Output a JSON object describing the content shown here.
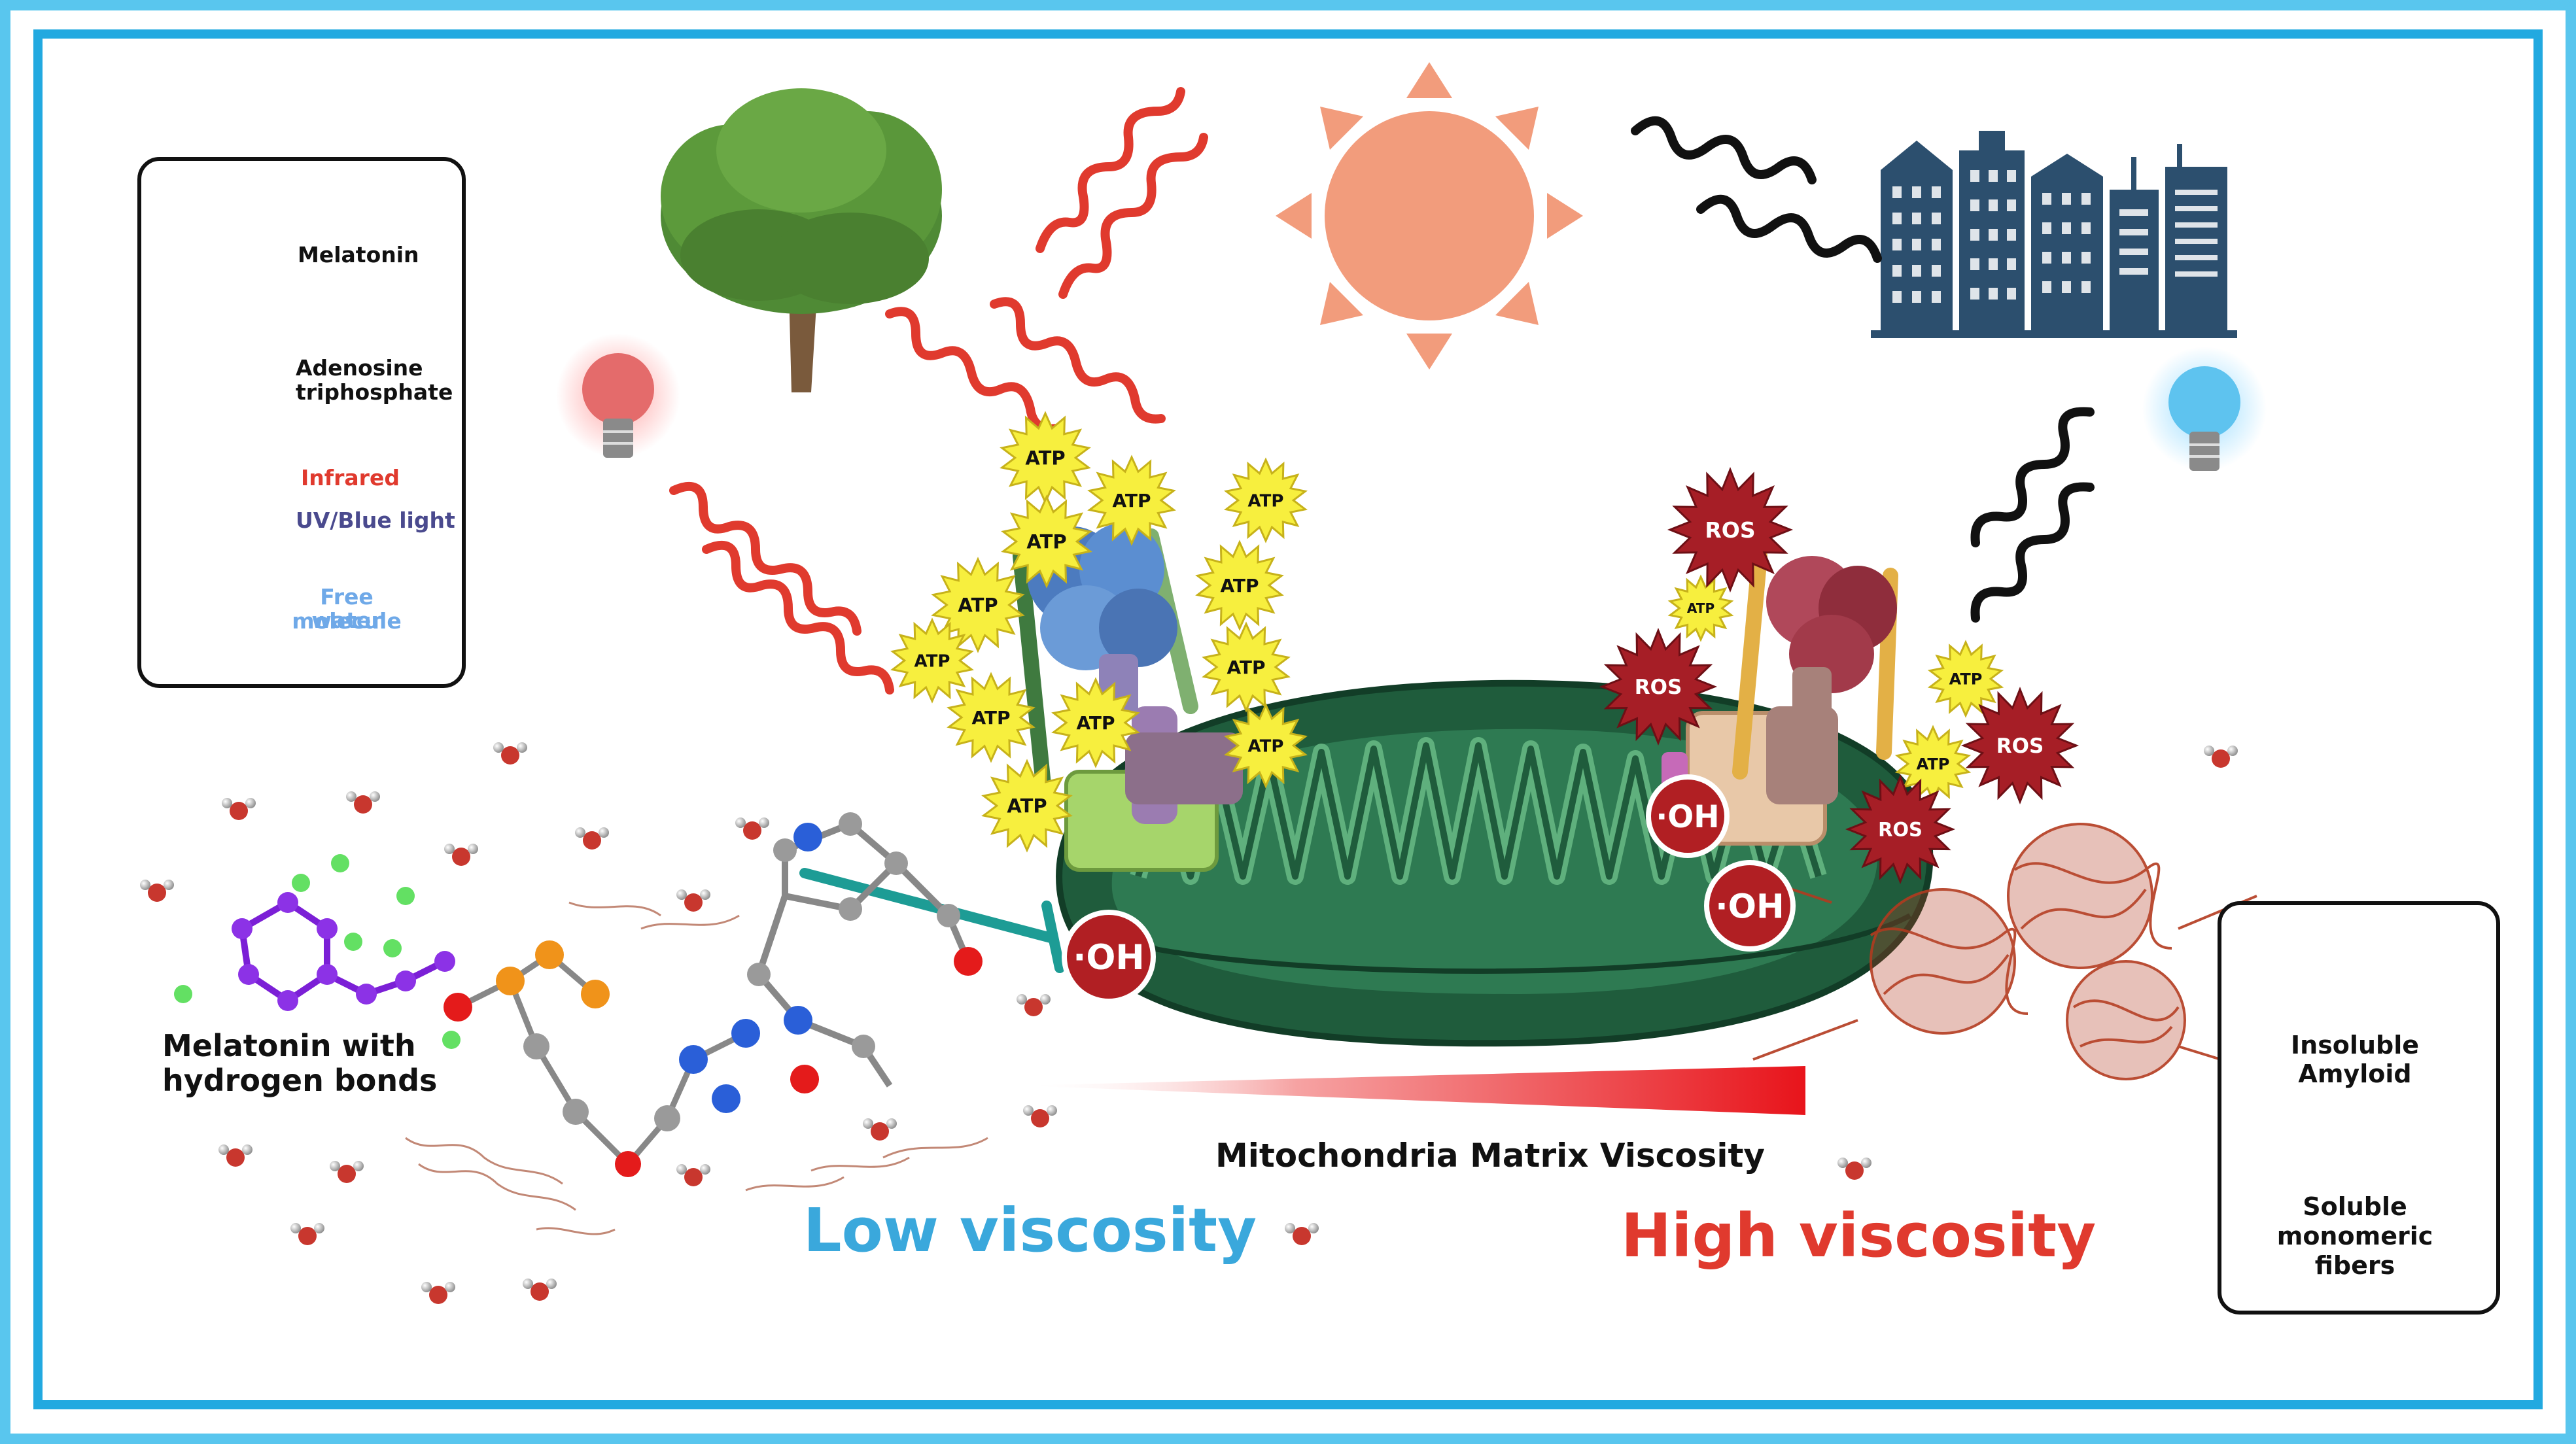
{
  "legend": {
    "melatonin": "Melatonin",
    "atp_line1": "Adenosine",
    "atp_line2": "triphosphate",
    "infrared": "Infrared",
    "uv": "UV/Blue light",
    "water_line1": "Free water",
    "water_line2": "molecule"
  },
  "atp_label": "ATP",
  "ros_label": "ROS",
  "oh_label": "·OH",
  "molecule_caption": {
    "line1": "Melatonin with",
    "line2": "hydrogen bonds"
  },
  "gradient_label": "Mitochondria Matrix Viscosity",
  "low_viscosity": "Low viscosity",
  "high_viscosity": "High viscosity",
  "legend_right": {
    "insoluble_line1": "Insoluble",
    "insoluble_line2": "Amyloid",
    "soluble_line1": "Soluble",
    "soluble_line2": "monomeric",
    "soluble_line3": "fibers"
  },
  "colors": {
    "frame_outer": "#59c6ee",
    "frame_inner": "#22a9e0",
    "infrared": "#e03a2e",
    "uv": "#111111",
    "sun": "#f29c7c",
    "building": "#2c4f6e",
    "mito": "#1f5c3c",
    "atp_star": "#f7ef3e",
    "ros_star": "#a61e26",
    "oh": "#b11f23",
    "low_viscosity": "#3aa8dc",
    "high_viscosity": "#e03a2e",
    "teal_inhibit": "#1d9c95",
    "amyloid": "#b33a1f"
  }
}
